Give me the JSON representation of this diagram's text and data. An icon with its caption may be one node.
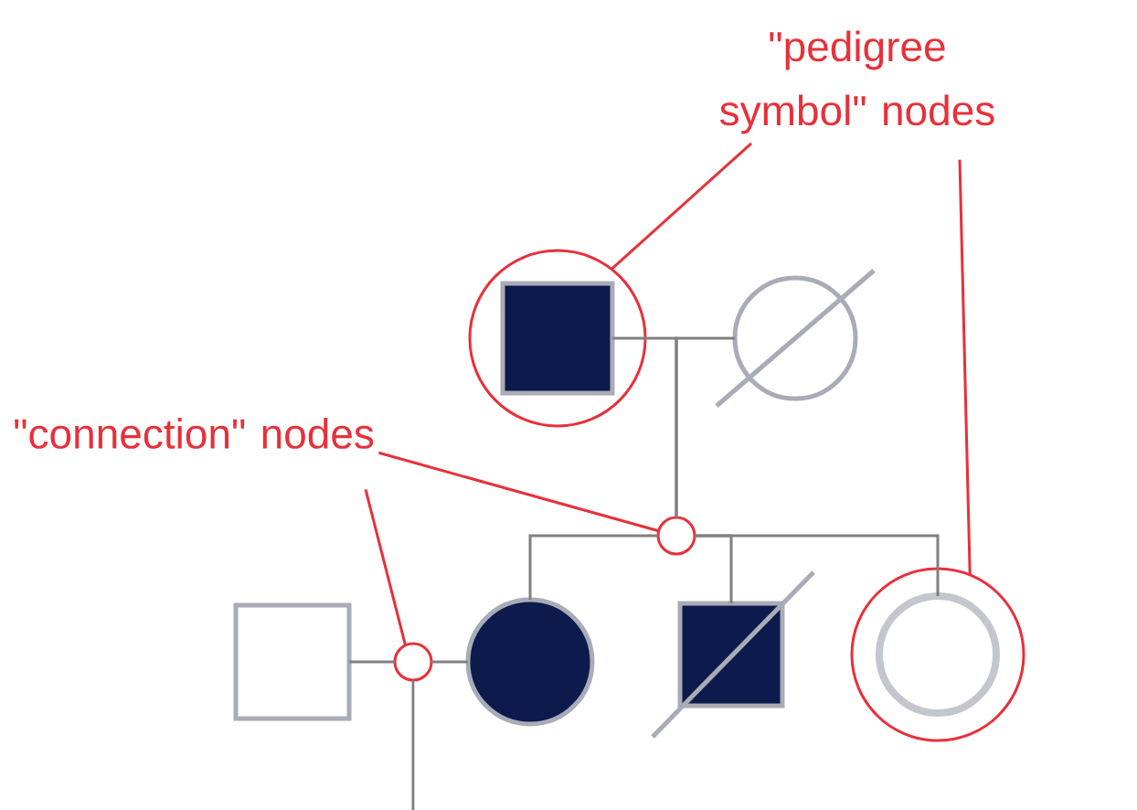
{
  "diagram": {
    "nodes": [
      {
        "text": [
          "\"pedigree symbol\" nodes"
        ]
      },
      {
        "text": [
          "\"connection\" nodes"
        ]
      },
      {
        "text": [],
        "shape": "circle"
      },
      {
        "text": [],
        "shape": "box",
        "in": 2
      },
      {
        "text": [],
        "shape": "circle"
      },
      {
        "text": [],
        "shape": "circle"
      },
      {
        "text": [],
        "shape": "box"
      },
      {
        "text": [],
        "shape": "circle"
      },
      {
        "text": [],
        "shape": "circle"
      },
      {
        "text": [],
        "shape": "box"
      },
      {
        "text": [],
        "shape": "circle"
      },
      {
        "text": [],
        "shape": "circle",
        "in": 10
      }
    ],
    "edges": [
      {
        "from": 3,
        "to": 5,
        "arrow": "none"
      },
      {
        "from": 4,
        "to": 5,
        "arrow": "none"
      },
      {
        "from": 5,
        "to": 8,
        "arrow": "none"
      },
      {
        "from": 5,
        "to": 9,
        "arrow": "none"
      },
      {
        "from": 5,
        "to": 11,
        "arrow": "none"
      },
      {
        "from": 6,
        "to": 7,
        "arrow": "none"
      },
      {
        "from": 7,
        "to": 8,
        "arrow": "none"
      },
      {
        "from": 7,
        "to": null,
        "arrow": "none"
      },
      {
        "from": 0,
        "to": 2,
        "arrow": "none",
        "color": "#e8303a"
      },
      {
        "from": 0,
        "to": 10,
        "arrow": "none",
        "color": "#e8303a"
      },
      {
        "from": 1,
        "to": 5,
        "arrow": "none",
        "color": "#e8303a"
      },
      {
        "from": 1,
        "to": 7,
        "arrow": "none",
        "color": "#e8303a"
      }
    ]
  }
}
